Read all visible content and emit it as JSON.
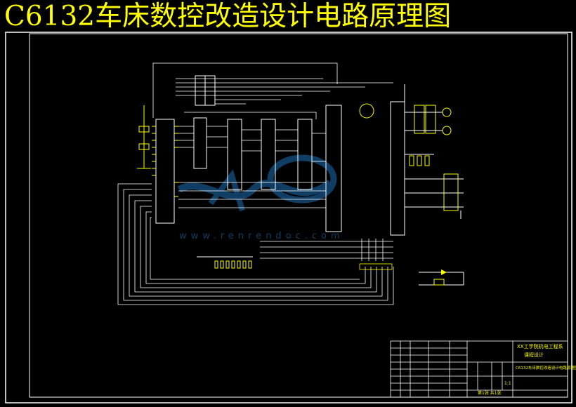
{
  "title": "C6132车床数控改造设计电路原理图",
  "watermark_url": "www.renrendoc.com",
  "title_block": {
    "school": "XX工学院机电工程系",
    "dept": "课程设计",
    "drawing_name": "C6132车床数控改造设计电路原理图",
    "sheet": "第1张 共1张",
    "scale": "1:1"
  },
  "colors": {
    "background": "#000000",
    "wire": "#ffffff",
    "component": "#ffff00",
    "watermark": "#1e6fb4"
  }
}
